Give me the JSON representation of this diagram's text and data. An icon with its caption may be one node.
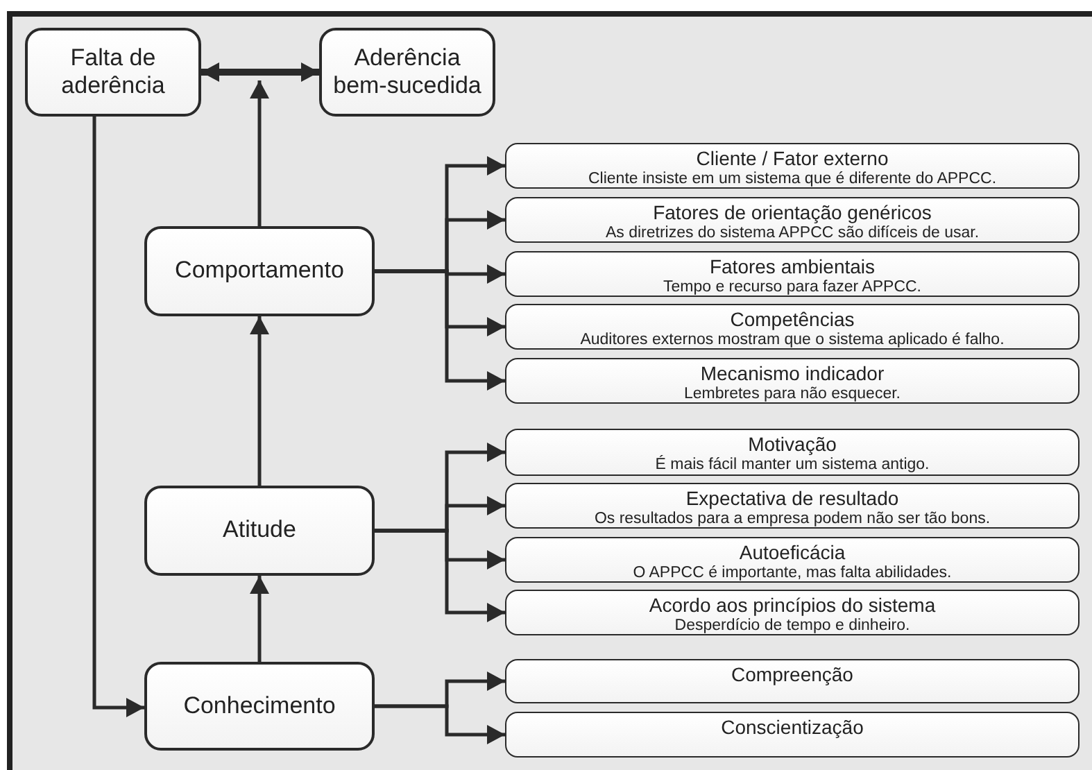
{
  "diagram": {
    "nodes": [
      {
        "text": [
          "Falta de aderência"
        ]
      },
      {
        "text": [
          "Aderência bem-sucedida"
        ]
      },
      {
        "text": [
          "Comportamento"
        ]
      },
      {
        "text": [
          "Cliente / Fator externo",
          "Cliente insiste em um sistema que é diferente do APPCC."
        ]
      },
      {
        "text": [
          "Fatores de orientação genéricos",
          "As diretrizes do sistema APPCC são difíceis de usar."
        ]
      },
      {
        "text": [
          "Fatores ambientais",
          "Tempo e recurso para fazer APPCC."
        ]
      },
      {
        "text": [
          "Competências",
          "Auditores externos mostram que o sistema aplicado é falho."
        ]
      },
      {
        "text": [
          "Mecanismo indicador",
          "Lembretes para não esquecer."
        ]
      },
      {
        "text": [
          "Atitude"
        ]
      },
      {
        "text": [
          "Motivação",
          "É mais fácil manter um sistema antigo."
        ]
      },
      {
        "text": [
          "Expectativa de resultado",
          "Os resultados para a empresa podem não ser tão bons."
        ]
      },
      {
        "text": [
          "Autoeficácia",
          "O APPCC é importante, mas falta abilidades."
        ]
      },
      {
        "text": [
          "Acordo aos princípios do sistema",
          "Desperdício de tempo e dinheiro."
        ]
      },
      {
        "text": [
          "Conhecimento"
        ]
      },
      {
        "text": [
          "Compreenção"
        ]
      },
      {
        "text": [
          "Conscientização"
        ]
      }
    ],
    "edges": [
      {
        "from": 0,
        "to": 1,
        "arrow": "both",
        "style": "thick"
      },
      {
        "from": 2,
        "to": null,
        "arrow": "to"
      },
      {
        "from": 0,
        "to": 13,
        "arrow": "to"
      },
      {
        "from": 13,
        "to": 8,
        "arrow": "to"
      },
      {
        "from": 8,
        "to": 2,
        "arrow": "to"
      },
      {
        "from": 2,
        "to": 3,
        "arrow": "to"
      },
      {
        "from": 2,
        "to": 4,
        "arrow": "to"
      },
      {
        "from": 2,
        "to": 5,
        "arrow": "to"
      },
      {
        "from": 2,
        "to": 6,
        "arrow": "to"
      },
      {
        "from": 2,
        "to": 7,
        "arrow": "to"
      },
      {
        "from": 8,
        "to": 9,
        "arrow": "to"
      },
      {
        "from": 8,
        "to": 10,
        "arrow": "to"
      },
      {
        "from": 8,
        "to": 11,
        "arrow": "to"
      },
      {
        "from": 8,
        "to": 12,
        "arrow": "to"
      },
      {
        "from": 13,
        "to": 14,
        "arrow": "to"
      },
      {
        "from": 13,
        "to": 15,
        "arrow": "to"
      }
    ]
  }
}
